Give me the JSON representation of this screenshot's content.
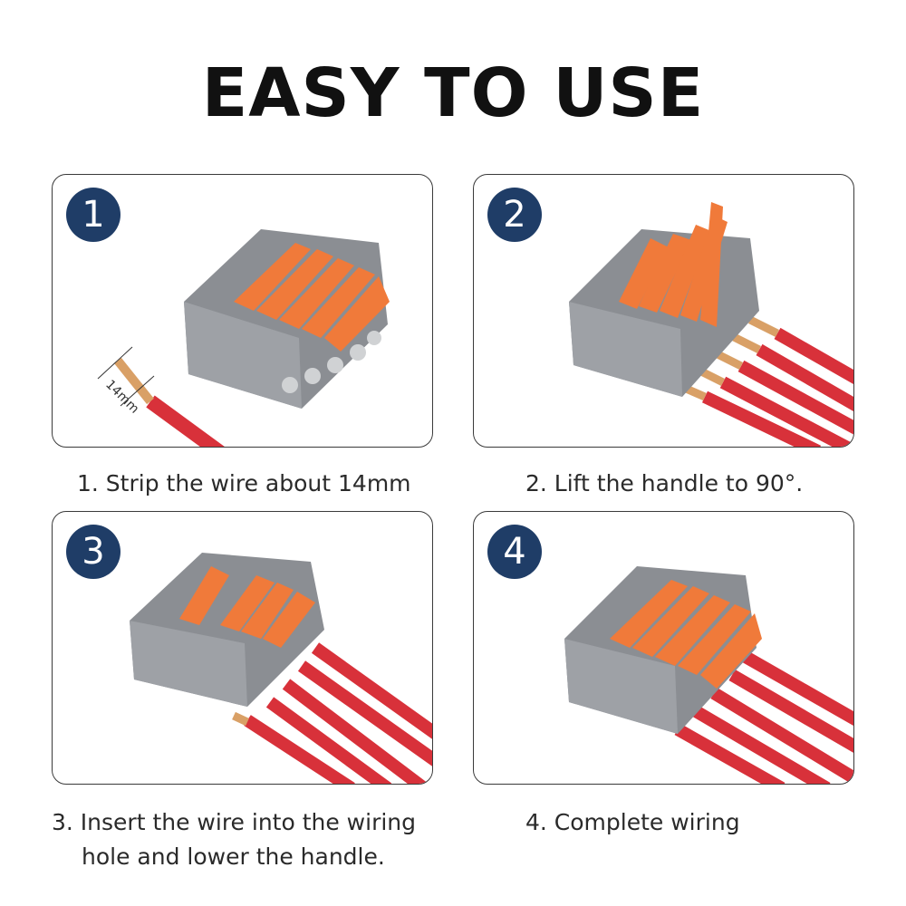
{
  "title": "EASY TO USE",
  "steps": [
    {
      "number": "1",
      "caption": "1. Strip the wire about 14mm",
      "measure_label": "14mm"
    },
    {
      "number": "2",
      "caption": "2. Lift the handle to 90°."
    },
    {
      "number": "3",
      "caption_line1": "3. Insert the wire into the wiring",
      "caption_line2": "hole and lower the handle."
    },
    {
      "number": "4",
      "caption": "4. Complete wiring"
    }
  ],
  "colors": {
    "badge": "#1f3d67",
    "connector_body": "#8b8e93",
    "lever": "#f07a3a",
    "wire": "#d8313a",
    "copper": "#d9a066"
  }
}
